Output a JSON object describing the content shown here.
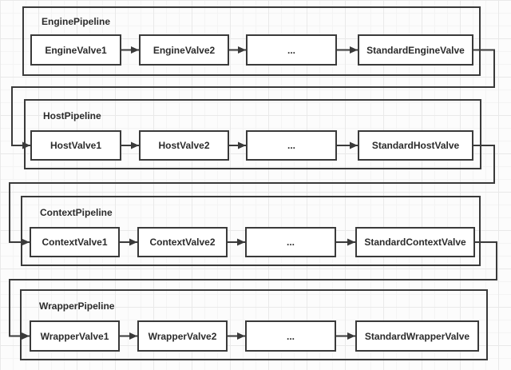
{
  "diagram": {
    "type": "flowchart",
    "pipelines": [
      {
        "title": "EnginePipeline",
        "valves": [
          "EngineValve1",
          "EngineValve2",
          "...",
          "StandardEngineValve"
        ]
      },
      {
        "title": "HostPipeline",
        "valves": [
          "HostValve1",
          "HostValve2",
          "...",
          "StandardHostValve"
        ]
      },
      {
        "title": "ContextPipeline",
        "valves": [
          "ContextValve1",
          "ContextValve2",
          "...",
          "StandardContextValve"
        ]
      },
      {
        "title": "WrapperPipeline",
        "valves": [
          "WrapperValve1",
          "WrapperValve2",
          "...",
          "StandardWrapperValve"
        ]
      }
    ],
    "connections": [
      {
        "from": "StandardEngineValve",
        "to": "HostValve1"
      },
      {
        "from": "StandardHostValve",
        "to": "ContextValve1"
      },
      {
        "from": "StandardContextValve",
        "to": "WrapperValve1"
      }
    ],
    "colors": {
      "line": "#3a3a3a",
      "box_background": "#ffffff",
      "text": "#2b2b2b",
      "grid_line_minor": "#f4f4f4",
      "grid_line_major": "#e9e9e9",
      "canvas_background": "#fcfcfc"
    }
  }
}
